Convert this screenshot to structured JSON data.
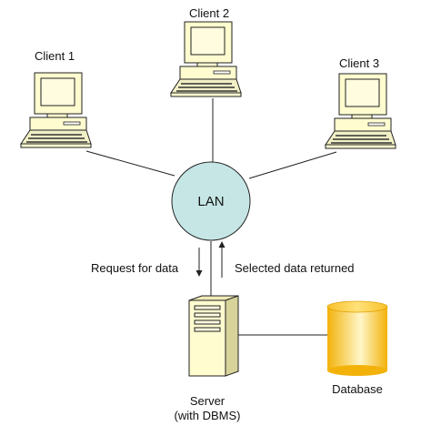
{
  "clients": [
    {
      "label": "Client 1"
    },
    {
      "label": "Client 2"
    },
    {
      "label": "Client 3"
    }
  ],
  "hub": {
    "label": "LAN"
  },
  "arrows": {
    "request_label": "Request for data",
    "returned_label": "Selected data returned"
  },
  "server": {
    "line1": "Server",
    "line2": "(with DBMS)"
  },
  "database": {
    "label": "Database"
  },
  "colors": {
    "monitor_bezel": "#fffccf",
    "monitor_screen": "#fffce0",
    "lan_fill": "#c6e6e6",
    "server_body": "#fffccf",
    "database_gold": "#f5bc1a",
    "database_light": "#fff7cc",
    "line": "#222222"
  }
}
